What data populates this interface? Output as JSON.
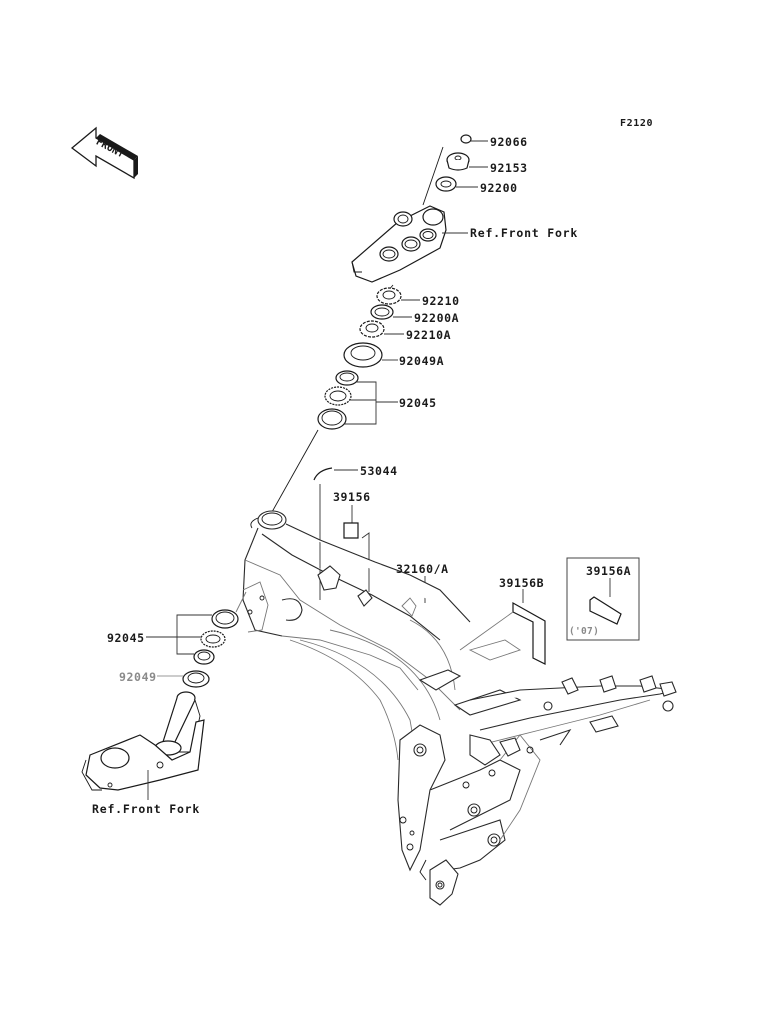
{
  "diagram": {
    "figure_code": "F2120",
    "front_arrow_label": "FRONT",
    "parts": [
      {
        "id": "p92066",
        "label": "92066",
        "name": "cap"
      },
      {
        "id": "p92153",
        "label": "92153",
        "name": "stem-head-nut"
      },
      {
        "id": "p92200",
        "label": "92200",
        "name": "washer"
      },
      {
        "id": "ref_top",
        "label": "Ref.Front Fork",
        "name": "upper-triple-clamp"
      },
      {
        "id": "p92210",
        "label": "92210",
        "name": "stem-nut"
      },
      {
        "id": "p92200A",
        "label": "92200A",
        "name": "lock-washer"
      },
      {
        "id": "p92210A",
        "label": "92210A",
        "name": "stem-locknut"
      },
      {
        "id": "p92049A",
        "label": "92049A",
        "name": "dust-seal-upper"
      },
      {
        "id": "p92045_upper",
        "label": "92045",
        "name": "upper-steering-bearing"
      },
      {
        "id": "p53044",
        "label": "53044",
        "name": "hose-clip"
      },
      {
        "id": "p39156",
        "label": "39156",
        "name": "label-sticker"
      },
      {
        "id": "p32160",
        "label": "32160/A",
        "name": "frame"
      },
      {
        "id": "p39156B",
        "label": "39156B",
        "name": "label-b"
      },
      {
        "id": "p39156A",
        "label": "39156A",
        "name": "label-a",
        "note": "('07)"
      },
      {
        "id": "p92045_lower",
        "label": "92045",
        "name": "lower-steering-bearing"
      },
      {
        "id": "p92049",
        "label": "92049",
        "name": "dust-seal-lower"
      },
      {
        "id": "ref_bottom",
        "label": "Ref.Front Fork",
        "name": "lower-triple-clamp-stem"
      }
    ]
  }
}
